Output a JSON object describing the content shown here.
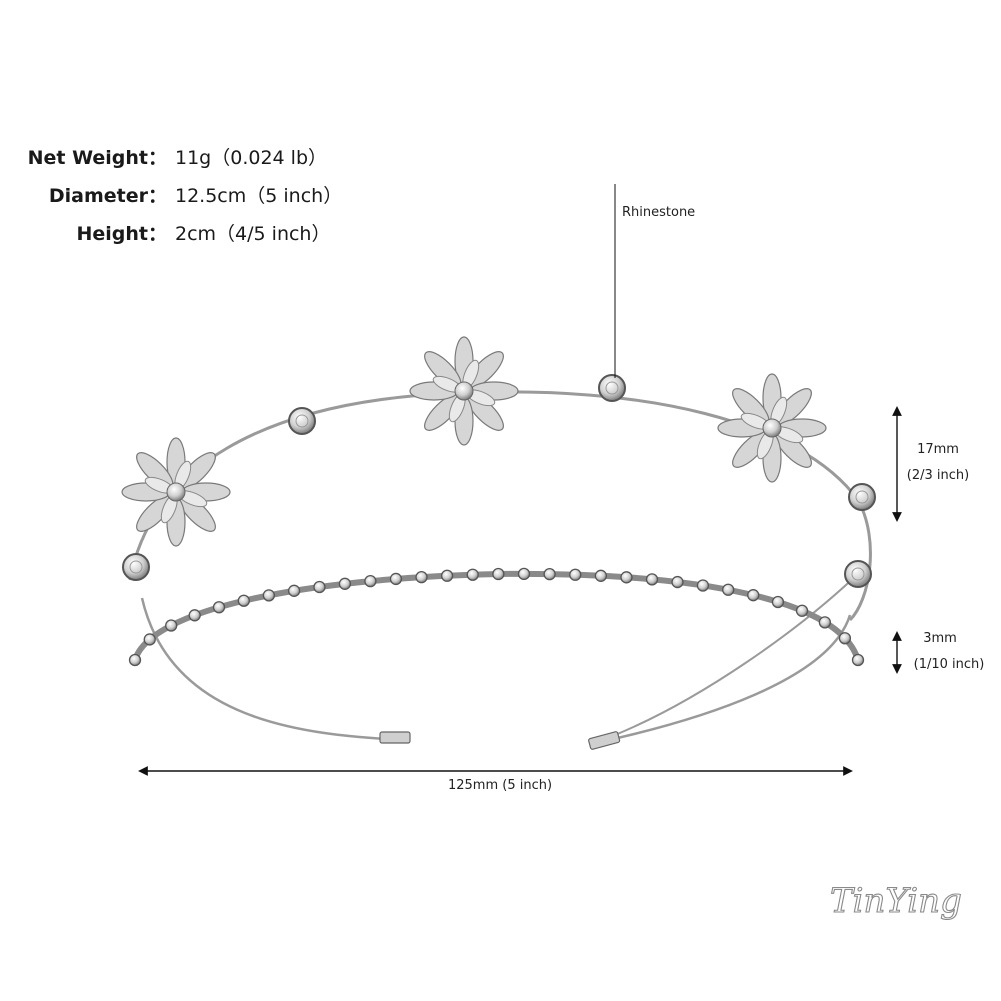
{
  "specs": [
    {
      "label": "Net Weight：",
      "value": "11g（0.024 lb）"
    },
    {
      "label": "Diameter：",
      "value": "12.5cm（5 inch）"
    },
    {
      "label": "Height：",
      "value": "2cm（4/5 inch）"
    }
  ],
  "callout": {
    "rhinestone": "Rhinestone"
  },
  "dimensions": {
    "height_mm": "17mm",
    "height_inch": "(2/3 inch)",
    "band_mm": "3mm",
    "band_inch": "(1/10 inch)",
    "width": "125mm (5 inch)"
  },
  "brand": {
    "logo_text": "TinYing"
  },
  "colors": {
    "text": "#1a1a1a",
    "metal": "#8f8f8f",
    "arrow": "#111111"
  }
}
